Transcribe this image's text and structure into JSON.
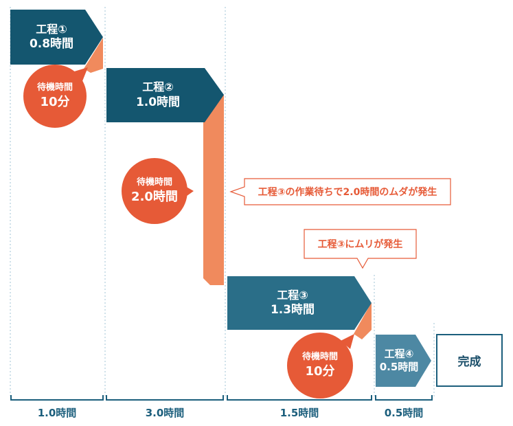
{
  "processes": [
    {
      "label": "工程①",
      "time": "0.8時間",
      "color": "#14566f"
    },
    {
      "label": "工程②",
      "time": "1.0時間",
      "color": "#14566f"
    },
    {
      "label": "工程③",
      "time": "1.3時間",
      "color": "#2a6e88"
    },
    {
      "label": "工程④",
      "time": "0.5時間",
      "color": "#4d88a3"
    }
  ],
  "waits": [
    {
      "label": "待機時間",
      "value": "10分"
    },
    {
      "label": "待機時間",
      "value": "2.0時間"
    },
    {
      "label": "待機時間",
      "value": "10分"
    }
  ],
  "callouts": {
    "muda": "工程③の作業待ちで2.0時間のムダが発生",
    "muri": "工程③にムリが発生"
  },
  "done_label": "完成",
  "timeline": [
    "1.0時間",
    "3.0時間",
    "1.5時間",
    "0.5時間"
  ],
  "colors": {
    "wait_circle": "#e65a37",
    "wait_bar": "#f08a5d",
    "timeline": "#1b5e7c",
    "divider": "#9fc3d4"
  }
}
